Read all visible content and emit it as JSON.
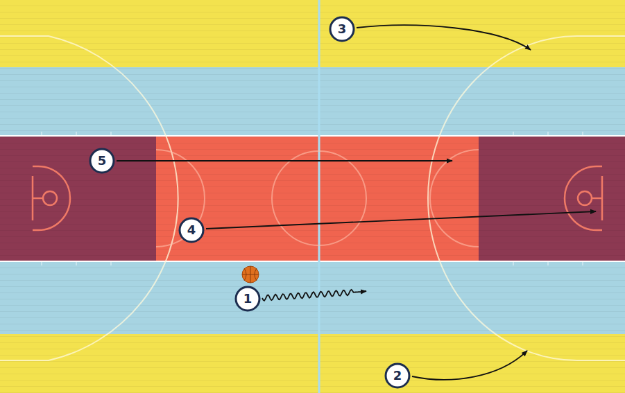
{
  "diagram": {
    "nodes": [
      {
        "text": [
          "3"
        ]
      },
      {
        "text": [
          "5"
        ]
      },
      {
        "text": [
          "4"
        ]
      },
      {
        "text": [
          "1"
        ]
      },
      {
        "text": [
          "2"
        ]
      }
    ]
  }
}
